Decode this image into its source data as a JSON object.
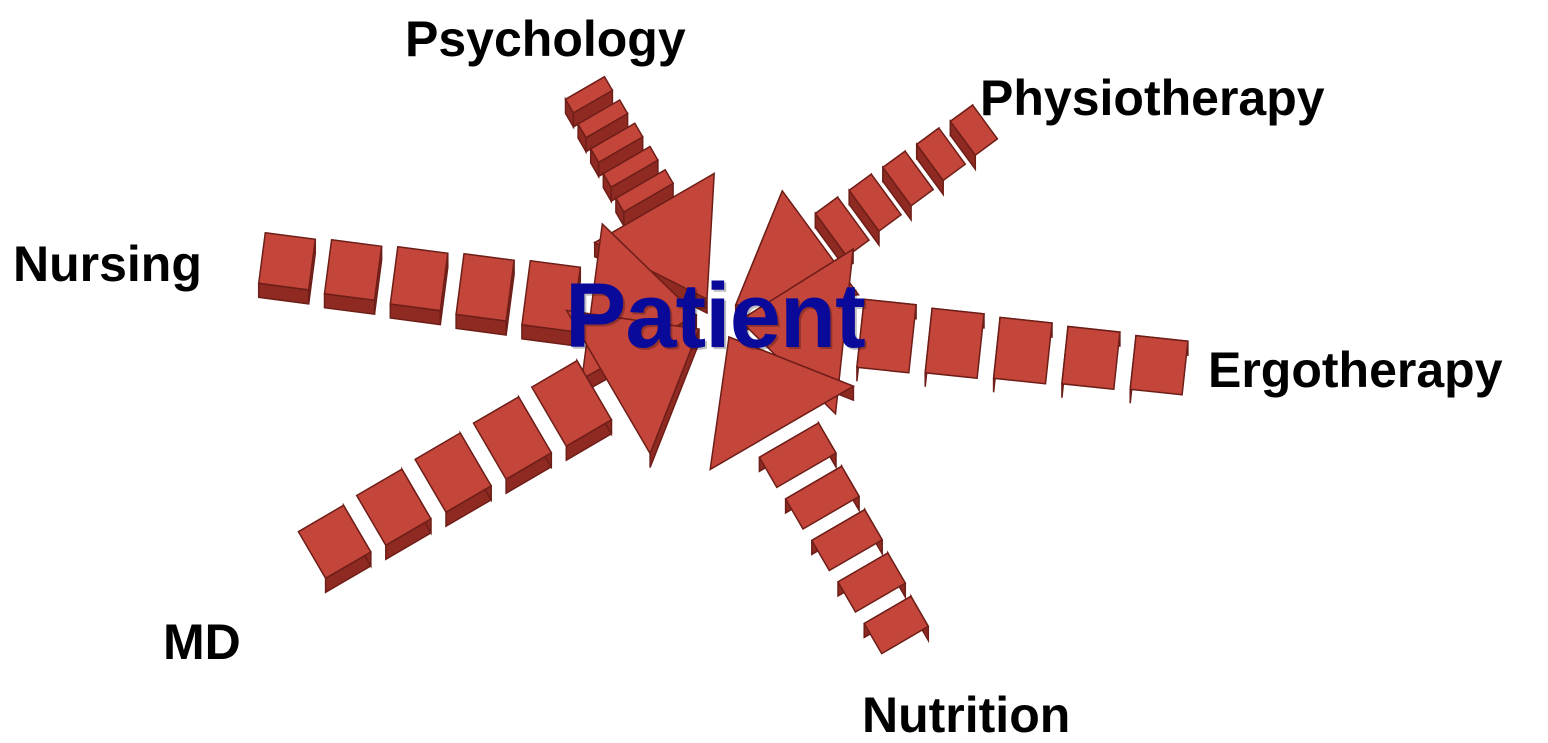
{
  "center": {
    "label": "Patient",
    "color": "#0a0a9a"
  },
  "disciplines": [
    {
      "key": "psychology",
      "label": "Psychology"
    },
    {
      "key": "physiotherapy",
      "label": "Physiotherapy"
    },
    {
      "key": "nursing",
      "label": "Nursing"
    },
    {
      "key": "ergotherapy",
      "label": "Ergotherapy"
    },
    {
      "key": "md",
      "label": "MD"
    },
    {
      "key": "nutrition",
      "label": "Nutrition"
    }
  ],
  "colors": {
    "block_top": "#c4453a",
    "block_side": "#8e2a22",
    "block_edge": "#6e1e18",
    "label_text": "#000000"
  }
}
